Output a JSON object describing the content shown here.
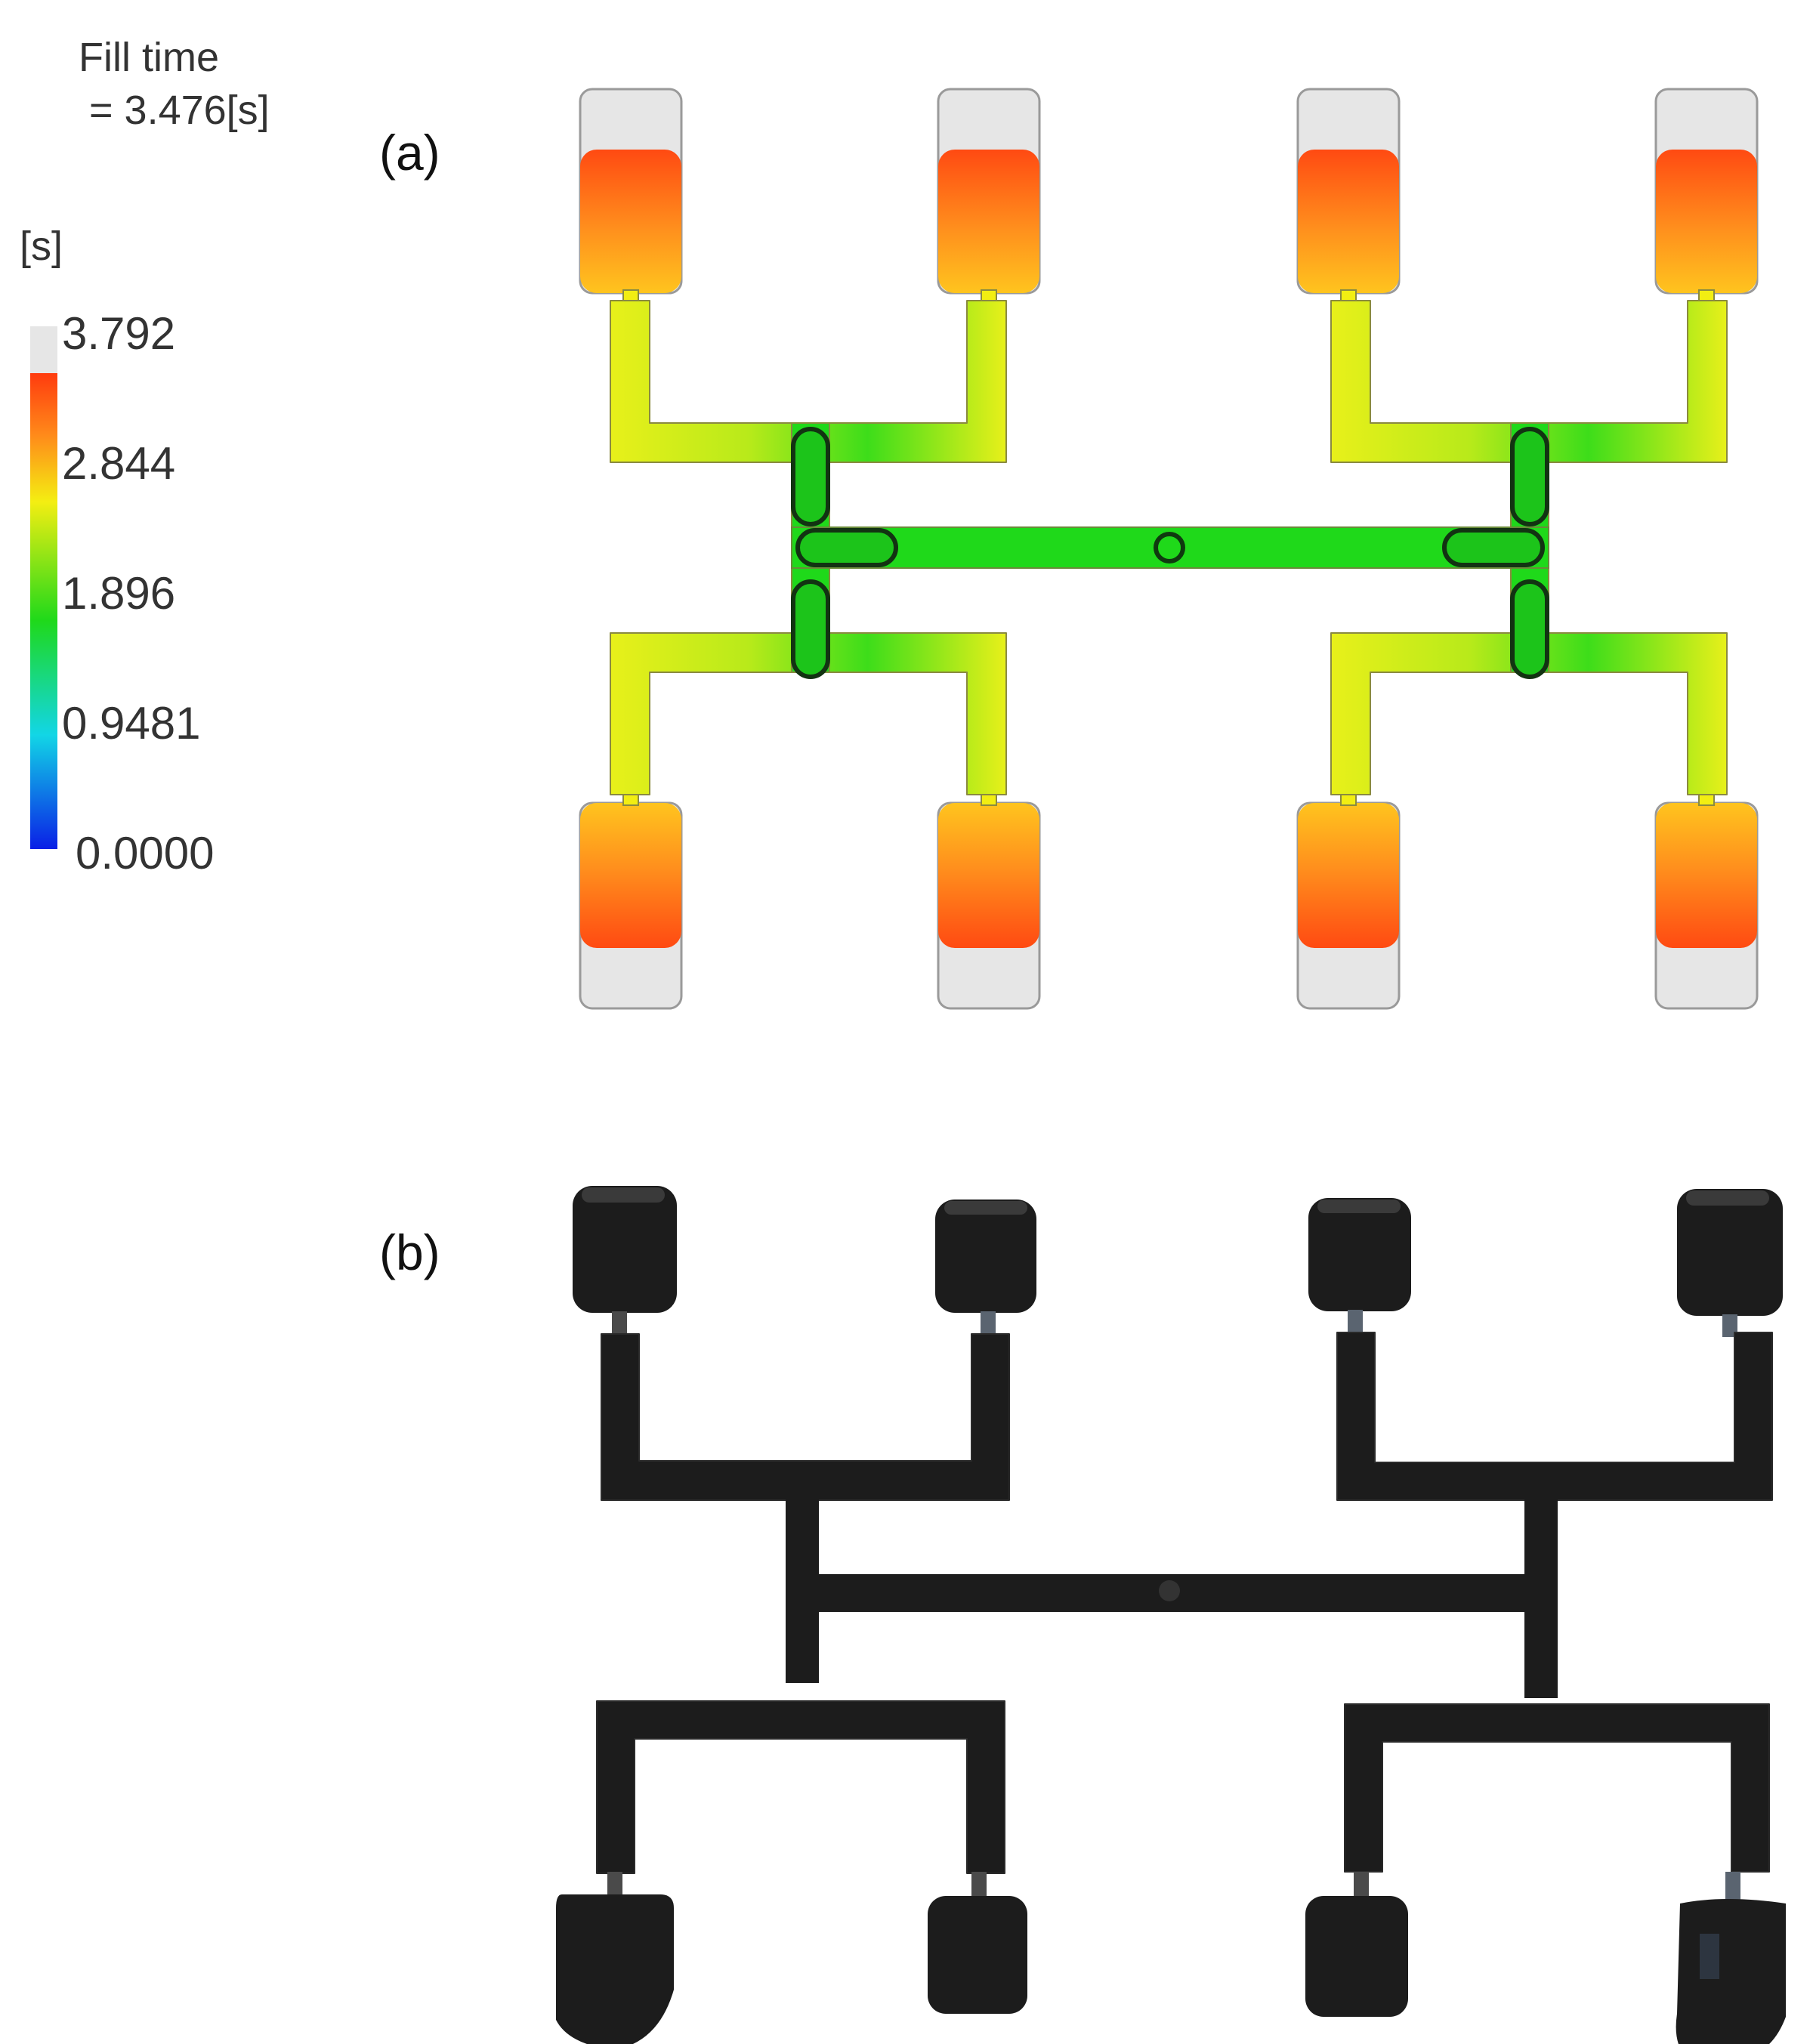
{
  "legend": {
    "title_line1": "Fill time",
    "title_line2": "= 3.476[s]",
    "unit": "[s]",
    "ticks": [
      "3.792",
      "2.844",
      "1.896",
      "0.9481",
      "0.0000"
    ],
    "colors": {
      "unfilled": "#e6e6e6",
      "max": "#ff3b0e",
      "orange": "#ff8a1a",
      "yellow": "#f4ee12",
      "green": "#1fd91a",
      "cyan": "#12d6e6",
      "min": "#0a1fe6"
    }
  },
  "panels": {
    "a_label": "(a)",
    "b_label": "(b)"
  }
}
